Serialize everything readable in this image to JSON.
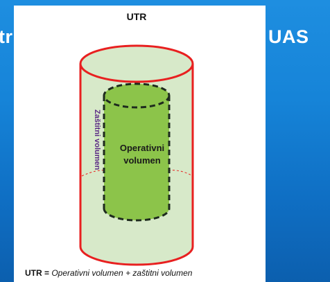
{
  "background": {
    "title_fragment_left": "tr",
    "title_fragment_right": "UAS"
  },
  "diagram": {
    "top_label": "UTR",
    "inner_label_line1": "Operativni",
    "inner_label_line2": "volumen",
    "side_label": "Zaštitni volumen",
    "formula_bold": "UTR =",
    "formula_italic": " Operativni volumen + zaštitni volumen"
  },
  "colors": {
    "outer_stroke": "#e82020",
    "outer_fill": "#d7e9c9",
    "inner_fill": "#8cc44a",
    "inner_stroke": "#1e2a1e",
    "side_label": "#5b2a86",
    "background": "#1684d8"
  }
}
